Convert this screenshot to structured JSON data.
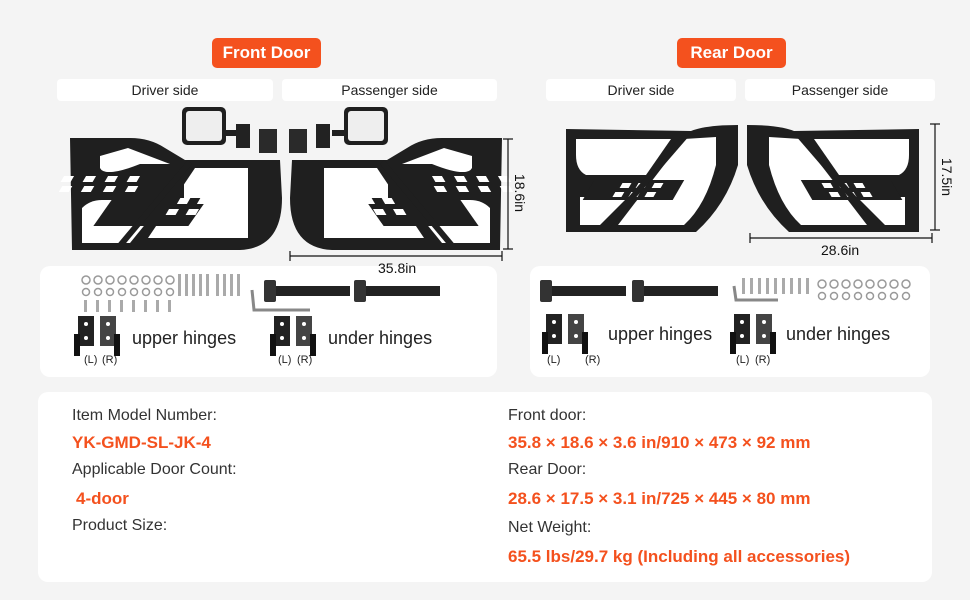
{
  "front": {
    "title": "Front Door",
    "driver_label": "Driver side",
    "passenger_label": "Passenger side",
    "height_dim": "18.6in",
    "width_dim": "35.8in",
    "upper_hinges": "upper hinges",
    "under_hinges": "under hinges",
    "left_mark": "(L)",
    "right_mark": "(R)"
  },
  "rear": {
    "title": "Rear Door",
    "driver_label": "Driver side",
    "passenger_label": "Passenger side",
    "height_dim": "17.5in",
    "width_dim": "28.6in",
    "upper_hinges": "upper hinges",
    "under_hinges": "under hinges",
    "left_mark": "(L)",
    "right_mark": "(R)"
  },
  "specs": {
    "model_label": "Item Model Number:",
    "model_value": "YK-GMD-SL-JK-4",
    "door_count_label": "Applicable Door Count:",
    "door_count_value": "4-door",
    "size_label": "Product Size:",
    "front_label": "Front door:",
    "front_value": "35.8 × 18.6 × 3.6 in/910 × 473 × 92 mm",
    "rear_label": "Rear Door:",
    "rear_value": "28.6 × 17.5 × 3.1 in/725 × 445 × 80 mm",
    "weight_label": "Net Weight:",
    "weight_value": "65.5 lbs/29.7 kg (Including all accessories)"
  },
  "colors": {
    "accent": "#f4511e",
    "metal": "#1e1e1e"
  }
}
